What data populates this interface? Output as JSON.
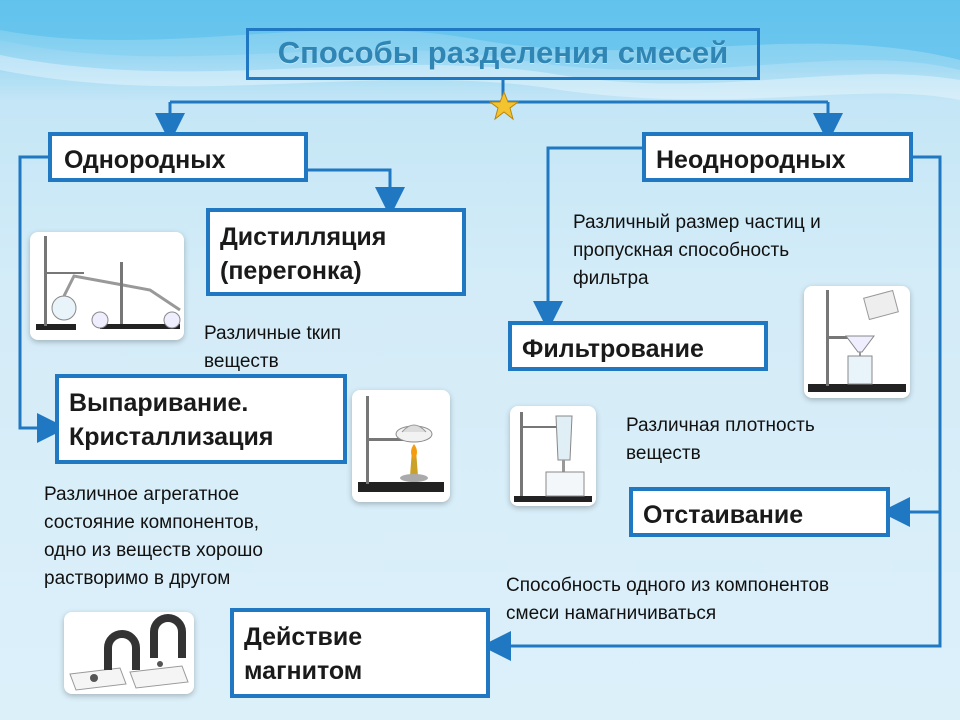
{
  "title": "Способы разделения смесей",
  "boxes": {
    "homogeneous": "Однородных",
    "heterogeneous": "Неоднородных",
    "distillation_line1": "Дистилляция",
    "distillation_line2": "(перегонка)",
    "evaporation_line1": "Выпаривание.",
    "evaporation_line2": "Кристаллизация",
    "filtration": "Фильтрование",
    "settling": "Отстаивание",
    "magnet_line1": "Действие",
    "magnet_line2": "магнитом"
  },
  "descriptions": {
    "distillation_line1": "Различные tкип",
    "distillation_line2": "веществ",
    "evaporation_line1": "Различное агрегатное",
    "evaporation_line2": "состояние компонентов,",
    "evaporation_line3": "одно из веществ хорошо",
    "evaporation_line4": "растворимо в другом",
    "filtration_line1": "Различный размер частиц и",
    "filtration_line2": "пропускная способность",
    "filtration_line3": "фильтра",
    "settling_line1": "Различная плотность",
    "settling_line2": "веществ",
    "magnet_line1": "Способность одного из компонентов",
    "magnet_line2": "смеси намагничиваться"
  },
  "colors": {
    "accent": "#1f78c1",
    "title": "#2f86b5",
    "star": "#f4c430"
  },
  "icons": [
    "star-icon",
    "distillation-apparatus-image",
    "evaporation-apparatus-image",
    "filtration-apparatus-image",
    "settling-funnel-image",
    "magnets-image"
  ]
}
